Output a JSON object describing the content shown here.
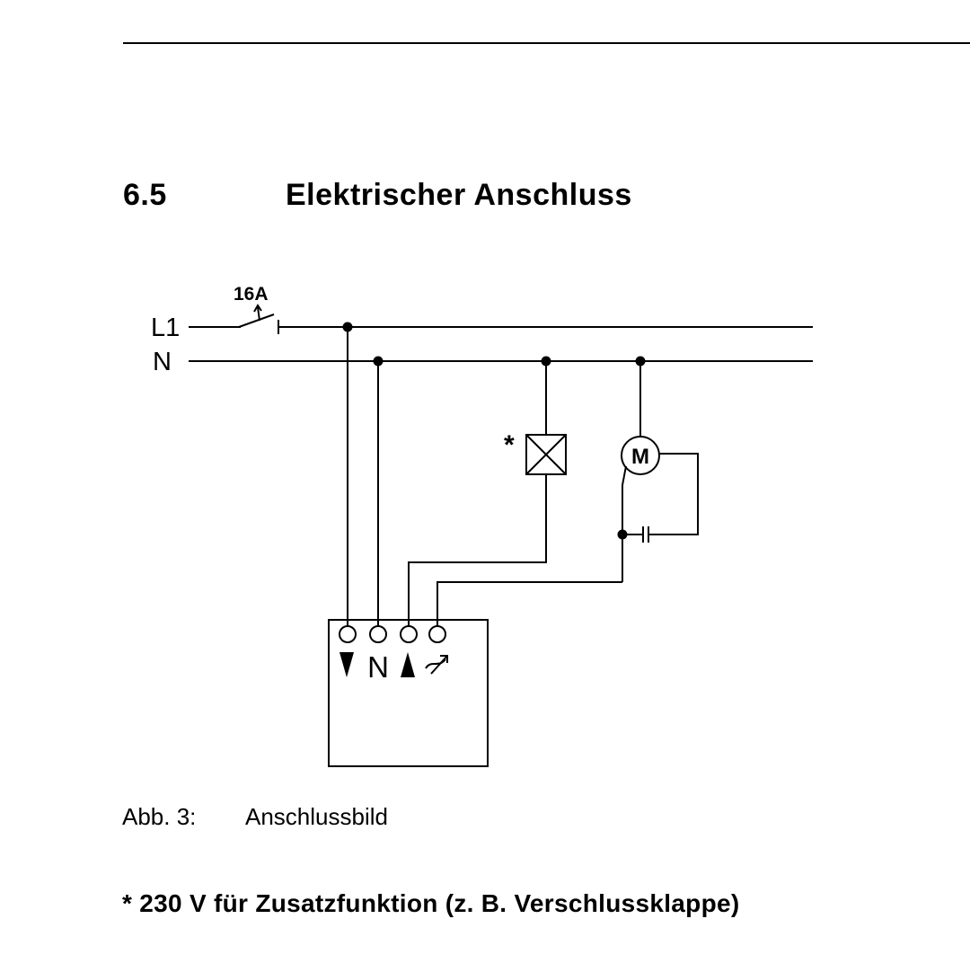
{
  "section": {
    "number": "6.5",
    "title": "Elektrischer Anschluss"
  },
  "diagram": {
    "fuse_rating": "16A",
    "line_label": "L1",
    "neutral_label": "N",
    "motor_label": "M",
    "asterisk": "*",
    "terminal_n_label": "N",
    "icons": [
      "circuit-breaker-icon",
      "valve-icon",
      "motor-icon",
      "capacitor-icon",
      "arrow-down-icon",
      "arrow-up-icon",
      "adjust-icon"
    ]
  },
  "caption": {
    "label": "Abb. 3:",
    "text": "Anschlussbild"
  },
  "footnote": "* 230 V für Zusatzfunktion (z. B. Verschlussklappe)"
}
